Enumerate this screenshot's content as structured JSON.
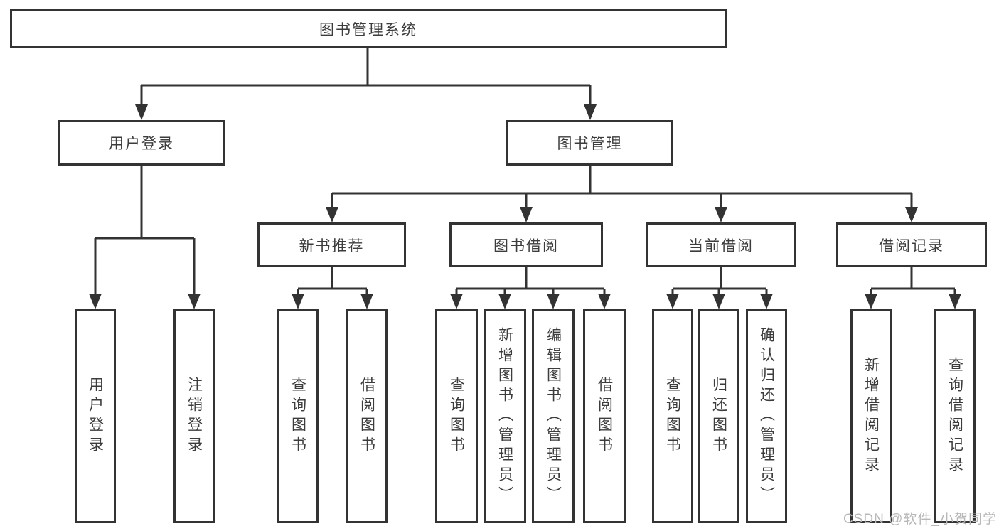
{
  "nodes": {
    "root": "图书管理系统",
    "level2": {
      "user_login": "用户登录",
      "book_management": "图书管理"
    },
    "level3": {
      "new_book_recommend": "新书推荐",
      "book_borrow": "图书借阅",
      "current_borrow": "当前借阅",
      "borrow_records": "借阅记录"
    },
    "leaves": {
      "user_login": [
        "用户登录",
        "注销登录"
      ],
      "new_book_recommend": [
        "查询图书",
        "借阅图书"
      ],
      "book_borrow": [
        "查询图书",
        "新增图书（管理员）",
        "编辑图书（管理员）",
        "借阅图书"
      ],
      "current_borrow": [
        "查询图书",
        "归还图书",
        "确认归还（管理员）"
      ],
      "borrow_records": [
        "新增借阅记录",
        "查询借阅记录"
      ]
    }
  },
  "watermark": "CSDN @软件_小贺同学",
  "colors": {
    "line": "#333333",
    "border": "#333333",
    "text": "#3c3c3c",
    "watermark": "#b8b8b8",
    "background": "#ffffff"
  }
}
